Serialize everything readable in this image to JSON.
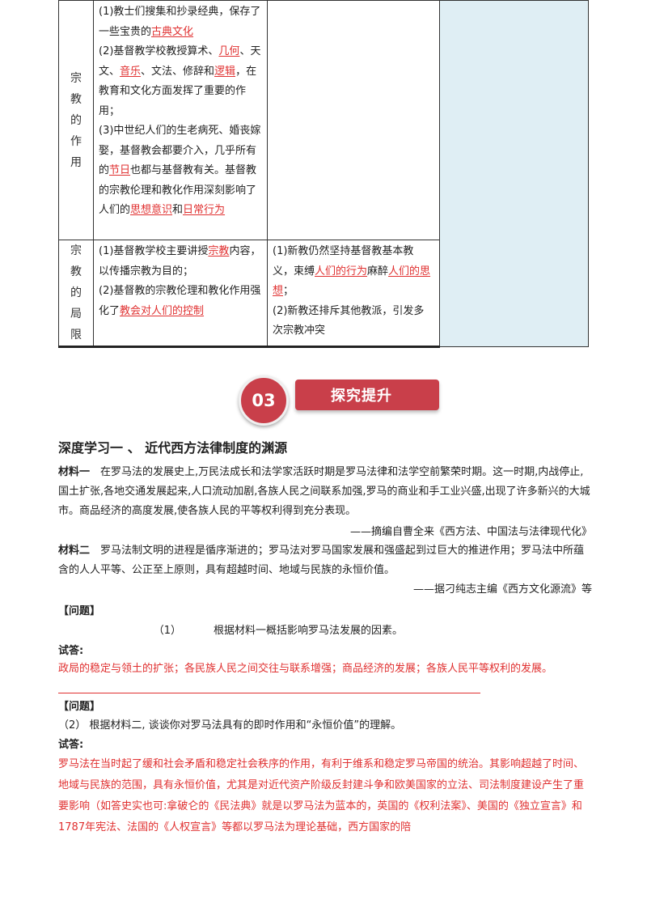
{
  "table": {
    "rows": [
      {
        "header_chars": [
          "宗",
          "教",
          "的",
          "作",
          "用"
        ],
        "col1": [
          [
            {
              "t": "(1)教士们搜集和抄录经典，保存了一些宝贵的"
            },
            {
              "t": "古典文化",
              "u": true
            }
          ],
          [
            {
              "t": "(2)基督教学校教授算术、"
            },
            {
              "t": "几何",
              "u": true
            },
            {
              "t": "、天文、"
            },
            {
              "t": "音乐",
              "u": true
            },
            {
              "t": "、文法、修辞和"
            },
            {
              "t": "逻辑",
              "u": true
            },
            {
              "t": "，在教育和文化方面发挥了重要的作用；"
            }
          ],
          [
            {
              "t": "(3)中世纪人们的生老病死、婚丧嫁娶，基督教会都要介入，几乎所有的"
            },
            {
              "t": "节日",
              "u": true
            },
            {
              "t": "也都与基督教有关。基督教的宗教伦理和教化作用深刻影响了人们的"
            },
            {
              "t": "思想意识",
              "u": true
            },
            {
              "t": "和"
            },
            {
              "t": "日常行为",
              "u": true
            }
          ]
        ],
        "col2": []
      },
      {
        "header_chars": [
          "宗",
          "教",
          "的",
          "局",
          "限"
        ],
        "col1": [
          [
            {
              "t": "(1)基督教学校主要讲授"
            },
            {
              "t": "宗教",
              "u": true
            },
            {
              "t": "内容，以传播宗教为目的；"
            }
          ],
          [
            {
              "t": "(2)基督教的宗教伦理和教化作用强化了"
            },
            {
              "t": "教会对人们的控制",
              "u": true
            }
          ]
        ],
        "col2": [
          [
            {
              "t": "(1)新教仍然坚持基督教基本教义，束缚"
            },
            {
              "t": "人们的行为",
              "u": true
            },
            {
              "t": "麻醉"
            },
            {
              "t": "人们的思想",
              "u": true
            },
            {
              "t": "；"
            }
          ],
          [
            {
              "t": "(2)新教还排斥其他教派，引发多次宗教冲突"
            }
          ]
        ]
      }
    ]
  },
  "banner": {
    "number": "03",
    "title": "探究提升"
  },
  "section": {
    "heading": "深度学习一 、    近代西方法律制度的渊源",
    "m1_label": "材料一",
    "m1_text": "　在罗马法的发展史上,万民法成长和法学家活跃时期是罗马法律和法学空前繁荣时期。这一时期,内战停止,国土扩张,各地交通发展起来,人口流动加剧,各族人民之间联系加强,罗马的商业和手工业兴盛,出现了许多新兴的大城市。商品经济的高度发展,使各族人民的平等权利得到充分表现。",
    "m1_source": "——摘编自曹全来《西方法、中国法与法律现代化》",
    "m2_label": "材料二",
    "m2_text": "　罗马法制文明的进程是循序渐进的；罗马法对罗马国家发展和强盛起到过巨大的推进作用；罗马法中所蕴含的人人平等、公正至上原则，具有超越时间、地域与民族的永恒价值。",
    "m2_source": "——据刁纯志主编《西方文化源流》等",
    "q1_label": "【问题】",
    "q1_num": "（1）",
    "q1_text": "根据材料一概括影响罗马法发展的因素。",
    "a1_label": "试答:",
    "a1_text": "政局的稳定与领土的扩张；各民族人民之间交往与联系增强；商品经济的发展；各族人民平等权利的发展。",
    "q2_label": "【问题】",
    "q2_text": "（2） 根据材料二, 谈谈你对罗马法具有的即时作用和“永恒价值”的理解。",
    "a2_label": "试答:",
    "a2_text": "罗马法在当时起了缓和社会矛盾和稳定社会秩序的作用，有利于维系和稳定罗马帝国的统治。其影响超越了时间、地域与民族的范围，具有永恒价值，尤其是对近代资产阶级反封建斗争和欧美国家的立法、司法制度建设产生了重要影响（如答史实也可:拿破仑的《民法典》就是以罗马法为蓝本的，英国的《权利法案》、美国的《独立宣言》和1787年宪法、法国的《人权宣言》等都以罗马法为理论基础，西方国家的陪"
  },
  "colors": {
    "accent_red": "#e03030",
    "banner_red": "#c93f4a",
    "side_cell": "#dfeef4"
  }
}
